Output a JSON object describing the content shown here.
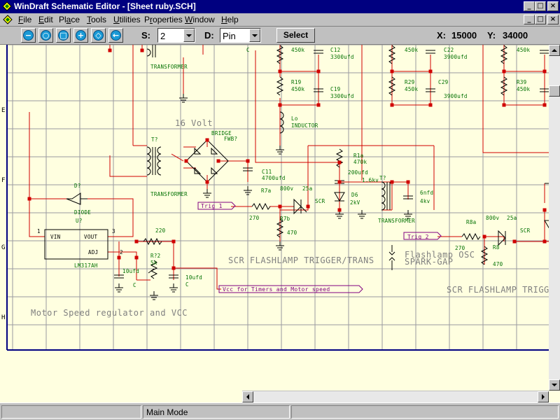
{
  "window": {
    "title": "WinDraft Schematic Editor - [Sheet ruby.SCH]",
    "caption_buttons": [
      "_",
      "□",
      "×"
    ],
    "doc_buttons": [
      "_",
      "□",
      "×"
    ]
  },
  "menu": {
    "items": [
      {
        "u": "F",
        "rest": "ile"
      },
      {
        "u": "E",
        "rest": "dit"
      },
      {
        "pre": "Pl",
        "u": "a",
        "rest": "ce"
      },
      {
        "u": "T",
        "rest": "ools"
      },
      {
        "u": "U",
        "rest": "tilities"
      },
      {
        "pre": "P",
        "u": "r",
        "rest": "operties"
      },
      {
        "u": "W",
        "rest": "indow"
      },
      {
        "u": "H",
        "rest": "elp"
      }
    ]
  },
  "toolbar": {
    "zoom_buttons": [
      {
        "name": "zoom-out-icon",
        "glyph": "−"
      },
      {
        "name": "zoom-fit-icon",
        "glyph": "○"
      },
      {
        "name": "zoom-window-icon",
        "glyph": "□"
      },
      {
        "name": "zoom-in-icon",
        "glyph": "+"
      },
      {
        "name": "zoom-area-icon",
        "glyph": "◇"
      },
      {
        "name": "zoom-previous-icon",
        "glyph": "←"
      }
    ],
    "s_label": "S:",
    "s_value": "2",
    "d_label": "D:",
    "d_value": "Pin",
    "select_label": "Select",
    "x_label": "X:",
    "x_value": "15000",
    "y_label": "Y:",
    "y_value": "34000"
  },
  "status": {
    "panels": [
      "",
      "Main Mode",
      ""
    ]
  },
  "schematic": {
    "row_labels": [
      "E",
      "F",
      "G",
      "H"
    ],
    "texts": [
      {
        "t": "C",
        "c": "green"
      },
      {
        "t": "TRANSFORMER",
        "c": "green"
      },
      {
        "t": "450k",
        "c": "green"
      },
      {
        "t": "C12",
        "c": "green"
      },
      {
        "t": "3300ufd",
        "c": "green"
      },
      {
        "t": "R19",
        "c": "green"
      },
      {
        "t": "450k",
        "c": "green"
      },
      {
        "t": "C19",
        "c": "green"
      },
      {
        "t": "3300ufd",
        "c": "green"
      },
      {
        "t": "450k",
        "c": "green"
      },
      {
        "t": "C22",
        "c": "green"
      },
      {
        "t": "3900ufd",
        "c": "green"
      },
      {
        "t": "R29",
        "c": "green"
      },
      {
        "t": "450k",
        "c": "green"
      },
      {
        "t": "C29",
        "c": "green"
      },
      {
        "t": "3900ufd",
        "c": "green"
      },
      {
        "t": "450k",
        "c": "green"
      },
      {
        "t": "R39",
        "c": "green"
      },
      {
        "t": "450k",
        "c": "green"
      },
      {
        "t": "Lo",
        "c": "green"
      },
      {
        "t": "INDUCTOR",
        "c": "green"
      },
      {
        "t": "16 Volt",
        "c": "gray"
      },
      {
        "t": "T?",
        "c": "green"
      },
      {
        "t": "BRIDGE",
        "c": "green"
      },
      {
        "t": "FWB?",
        "c": "green"
      },
      {
        "t": "C11",
        "c": "green"
      },
      {
        "t": "4700ufd",
        "c": "green"
      },
      {
        "t": "TRANSFORMER",
        "c": "green"
      },
      {
        "t": "D?",
        "c": "green"
      },
      {
        "t": "DIODE",
        "c": "green"
      },
      {
        "t": "U?",
        "c": "green"
      },
      {
        "t": "VIN",
        "c": "black"
      },
      {
        "t": "VOUT",
        "c": "black"
      },
      {
        "t": "ADJ",
        "c": "black"
      },
      {
        "t": "1",
        "c": "black"
      },
      {
        "t": "3",
        "c": "black"
      },
      {
        "t": "2",
        "c": "black"
      },
      {
        "t": "LM317AH",
        "c": "green"
      },
      {
        "t": "220",
        "c": "green"
      },
      {
        "t": "R?2",
        "c": "green"
      },
      {
        "t": "5k",
        "c": "green"
      },
      {
        "t": "10ufd",
        "c": "green"
      },
      {
        "t": "C",
        "c": "green"
      },
      {
        "t": "10ufd",
        "c": "green"
      },
      {
        "t": "C",
        "c": "green"
      },
      {
        "t": "Motor Speed regulator and VCC",
        "c": "gray"
      },
      {
        "t": "Vcc for Timers and Motor speed",
        "c": "purple"
      },
      {
        "t": "Trig 1",
        "c": "purple"
      },
      {
        "t": "R7a",
        "c": "green"
      },
      {
        "t": "270",
        "c": "green"
      },
      {
        "t": "R7b",
        "c": "green"
      },
      {
        "t": "470",
        "c": "green"
      },
      {
        "t": "800v",
        "c": "green"
      },
      {
        "t": "25a",
        "c": "green"
      },
      {
        "t": "SCR",
        "c": "green"
      },
      {
        "t": "R1a",
        "c": "green"
      },
      {
        "t": "470k",
        "c": "green"
      },
      {
        "t": "200ufd",
        "c": "green"
      },
      {
        "t": "1.6kv",
        "c": "green"
      },
      {
        "t": "D6",
        "c": "green"
      },
      {
        "t": "2kV",
        "c": "green"
      },
      {
        "t": "T?",
        "c": "green"
      },
      {
        "t": "6nfd",
        "c": "green"
      },
      {
        "t": "4kv",
        "c": "green"
      },
      {
        "t": "TRANSFORMER",
        "c": "green"
      },
      {
        "t": "SCR FLASHLAMP TRIGGER/TRANS",
        "c": "gray"
      },
      {
        "t": "Flashlamp OSC",
        "c": "gray"
      },
      {
        "t": "SPARK-GAP",
        "c": "gray"
      },
      {
        "t": "Trig 2",
        "c": "purple"
      },
      {
        "t": "R8a",
        "c": "green"
      },
      {
        "t": "270",
        "c": "green"
      },
      {
        "t": "R8",
        "c": "green"
      },
      {
        "t": "470",
        "c": "green"
      },
      {
        "t": "800v",
        "c": "green"
      },
      {
        "t": "25a",
        "c": "green"
      },
      {
        "t": "SCR",
        "c": "green"
      },
      {
        "t": "SCR FLASHLAMP TRIGGER",
        "c": "gray"
      }
    ]
  }
}
